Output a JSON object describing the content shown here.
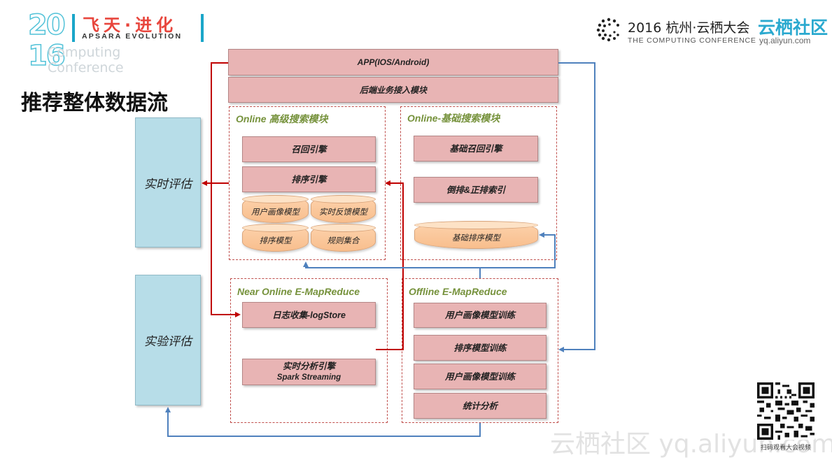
{
  "header": {
    "logo_year_top": "20",
    "logo_year_bottom": "16",
    "logo_cn": "飞天·进化",
    "logo_en": "APSARA EVOLUTION",
    "logo_faint_1": "Computing",
    "logo_faint_2": "Conference",
    "conference_title": "2016 杭州·云栖大会",
    "conference_subtitle": "THE COMPUTING CONFERENCE",
    "brand_name": "云栖社区",
    "brand_url": "yq.aliyun.com"
  },
  "page_title": "推荐整体数据流",
  "diagram": {
    "top_band": "APP(IOS/Android)",
    "access_band": "后端业务接入模块",
    "eval_realtime": "实时评估",
    "eval_experiment": "实验评估",
    "online_advanced": {
      "title": "Online 高级搜索模块",
      "recall": "召回引擎",
      "ranking": "排序引擎",
      "cylinders": [
        "用户画像模型",
        "实时反馈模型",
        "排序模型",
        "规则集合"
      ]
    },
    "online_basic": {
      "title": "Online-基础搜索模块",
      "recall": "基础召回引擎",
      "index": "倒排&正排索引",
      "model": "基础排序模型"
    },
    "near_online": {
      "title": "Near Online E-MapReduce",
      "log": "日志收集-logStore",
      "stream_line1": "实时分析引擎",
      "stream_line2": "Spark Streaming"
    },
    "offline": {
      "title": "Offline E-MapReduce",
      "jobs": [
        "用户画像模型训练",
        "排序模型训练",
        "用户画像模型训练",
        "统计分析"
      ]
    }
  },
  "footer": {
    "qr_caption": "扫码观看大会视频",
    "watermark": "云栖社区 yq.aliyun.com"
  },
  "colors": {
    "red_arrow": "#c00000",
    "blue_arrow": "#4f81bd",
    "module_title": "#76923c",
    "brand": "#2aa9cf"
  }
}
